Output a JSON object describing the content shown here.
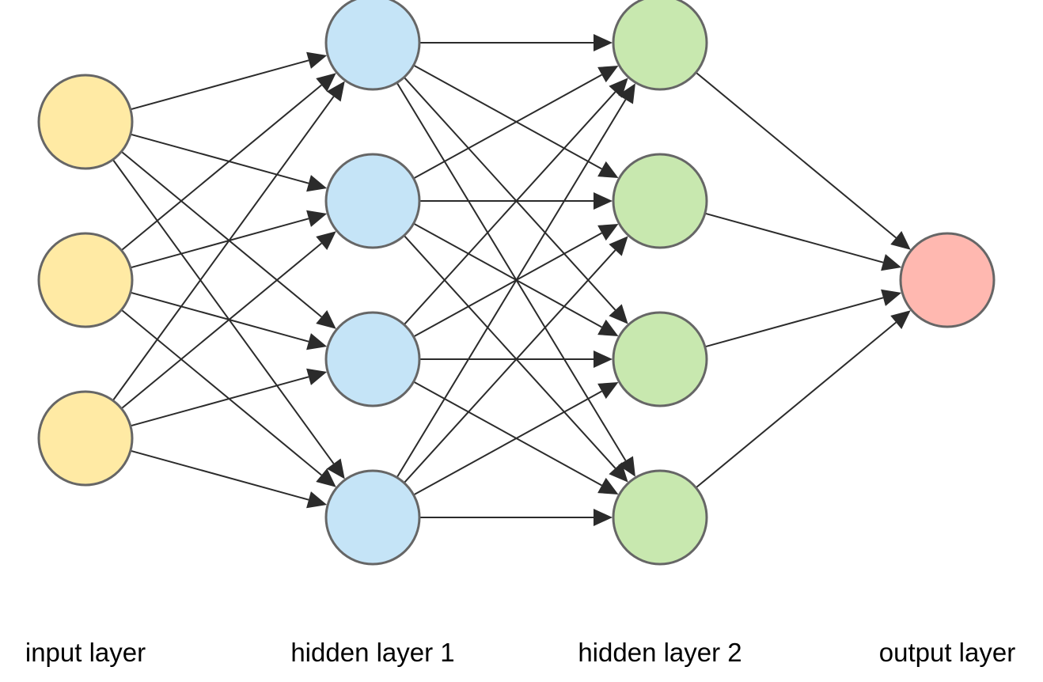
{
  "diagram": {
    "layers": [
      {
        "label": "input layer",
        "node_count": 3,
        "fill": "#FFEAA4"
      },
      {
        "label": "hidden layer 1",
        "node_count": 4,
        "fill": "#C5E4F7"
      },
      {
        "label": "hidden layer 2",
        "node_count": 4,
        "fill": "#C8E8AF"
      },
      {
        "label": "output layer",
        "node_count": 1,
        "fill": "#FFB8B0"
      }
    ],
    "connections": "fully-connected",
    "edge_color": "#2b2b2b",
    "node_stroke": "#666666"
  }
}
